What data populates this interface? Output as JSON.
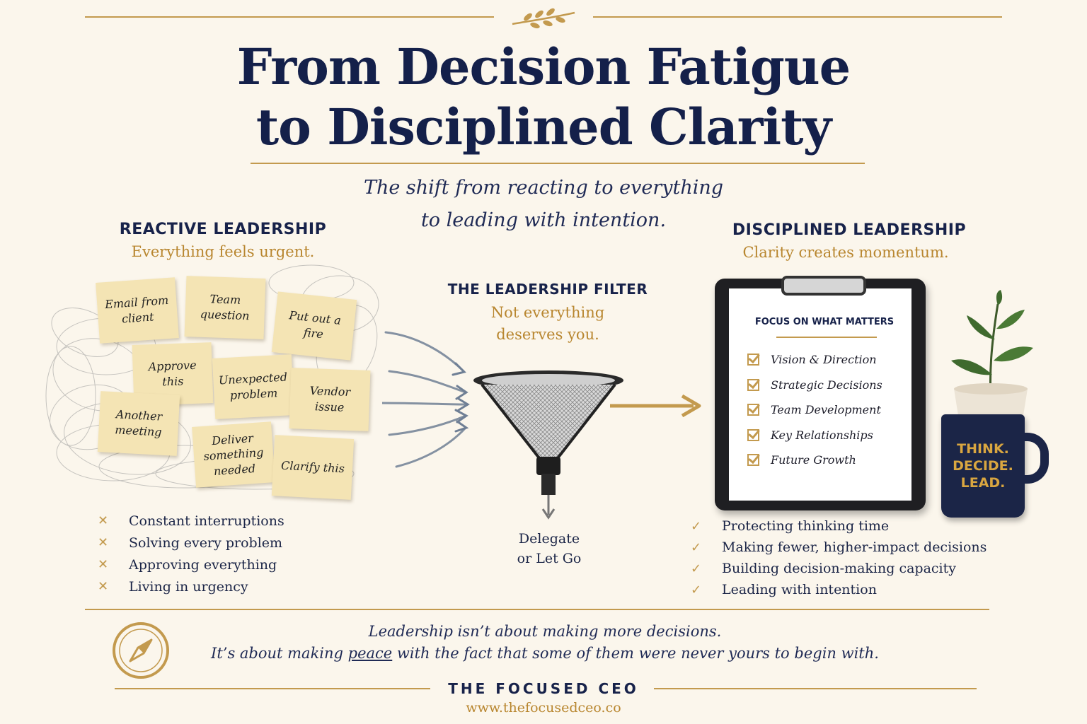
{
  "title": {
    "line1": "From Decision Fatigue",
    "line2": "to Disciplined Clarity"
  },
  "subtitle": {
    "line1": "The shift from reacting to everything",
    "line2": "to leading with intention."
  },
  "reactive": {
    "heading": "REACTIVE LEADERSHIP",
    "subheading": "Everything feels urgent.",
    "notes": [
      "Email from client",
      "Team question",
      "Put out a fire",
      "Approve this",
      "Unexpected problem",
      "Vendor issue",
      "Another meeting",
      "Deliver something needed",
      "Clarify this"
    ],
    "items": [
      "Constant interruptions",
      "Solving every problem",
      "Approving everything",
      "Living in urgency"
    ],
    "marker": "✕"
  },
  "filter": {
    "heading": "THE LEADERSHIP FILTER",
    "sub_line1": "Not everything",
    "sub_line2": "deserves you.",
    "out_line1": "Delegate",
    "out_line2": "or Let Go"
  },
  "disciplined": {
    "heading": "DISCIPLINED LEADERSHIP",
    "subheading": "Clarity creates momentum.",
    "clipboard_title": "FOCUS ON WHAT MATTERS",
    "clipboard_items": [
      "Vision & Direction",
      "Strategic Decisions",
      "Team Development",
      "Key Relationships",
      "Future Growth"
    ],
    "mug_lines": [
      "THINK.",
      "DECIDE.",
      "LEAD."
    ],
    "items": [
      "Protecting thinking time",
      "Making fewer, higher-impact decisions",
      "Building decision-making capacity",
      "Leading with intention"
    ],
    "marker": "✓"
  },
  "quote": {
    "line1": "Leadership isn’t about making more decisions.",
    "line2_pre": "It’s about making ",
    "line2_em": "peace",
    "line2_post": " with the fact that some of them were never yours to begin with."
  },
  "footer": {
    "brand": "THE FOCUSED CEO",
    "url": "www.thefocusedceo.co"
  },
  "colors": {
    "navy": "#17224a",
    "gold": "#b8862f",
    "background": "#fbf6ec",
    "note": "#f4e4b4"
  }
}
